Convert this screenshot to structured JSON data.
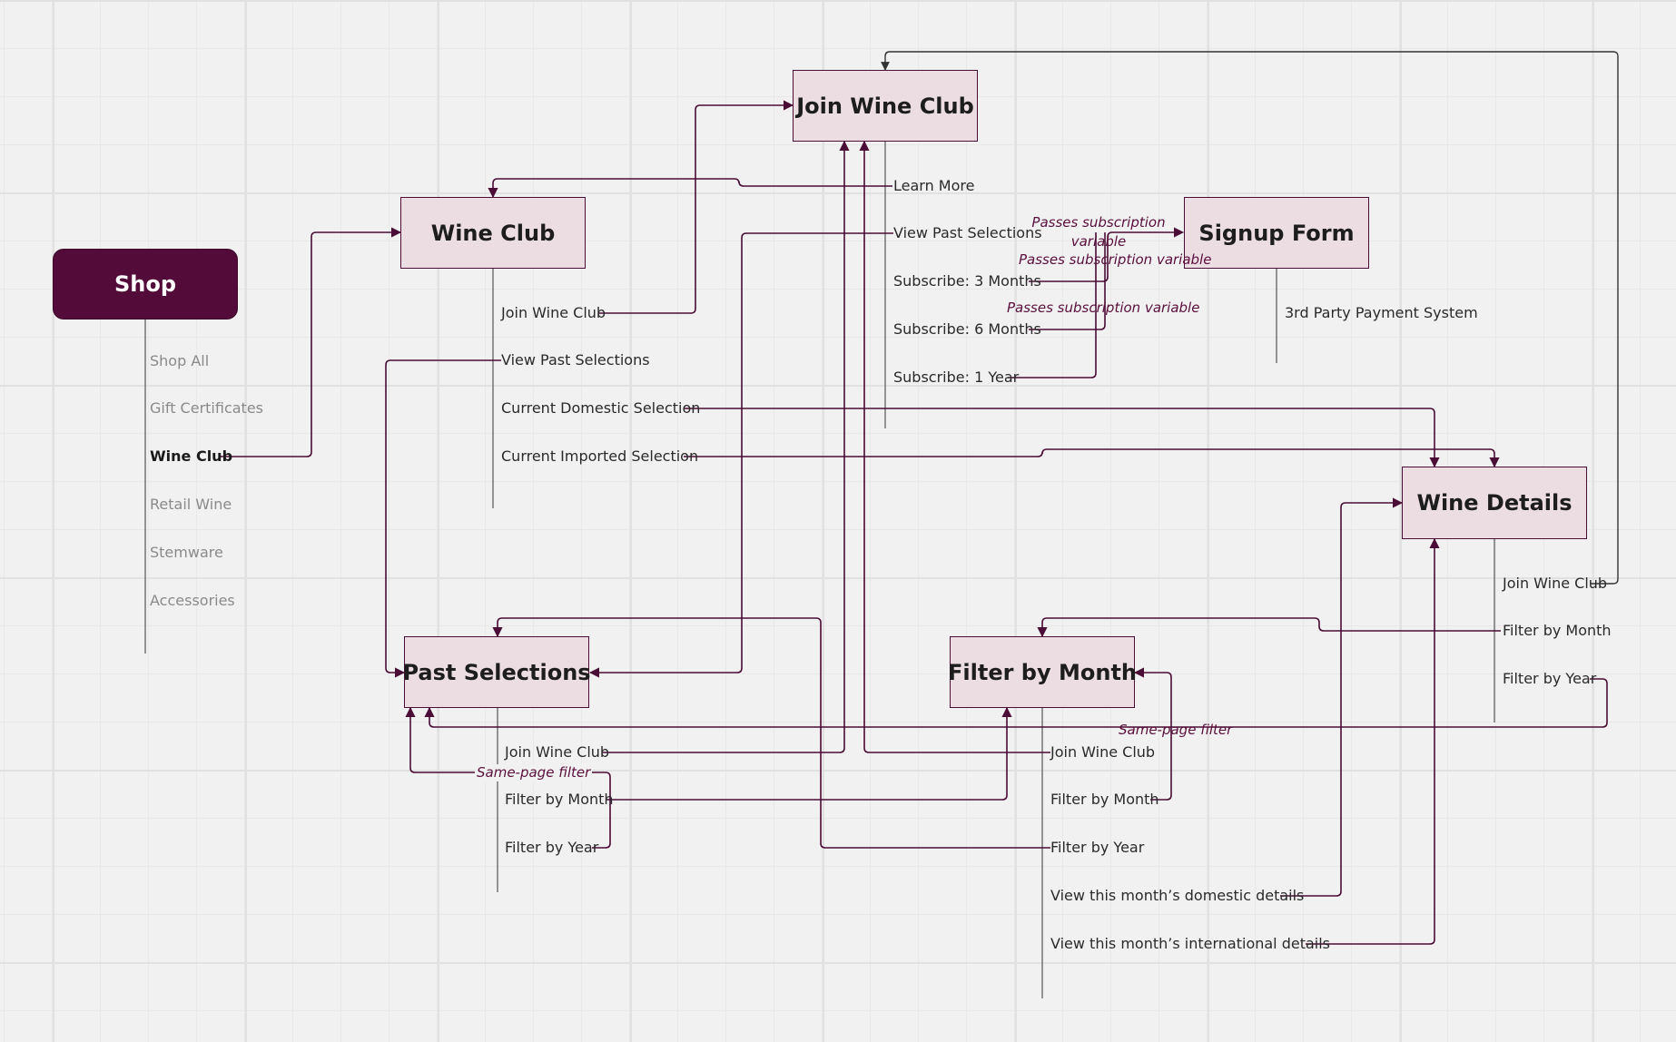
{
  "nodes": {
    "shop": "Shop",
    "join_wine_club": "Join Wine Club",
    "wine_club": "Wine Club",
    "signup_form": "Signup Form",
    "wine_details": "Wine Details",
    "past_selections": "Past Selections",
    "filter_by_month": "Filter by Month"
  },
  "shop_items": [
    "Shop All",
    "Gift Certificates",
    "Wine Club",
    "Retail Wine",
    "Stemware",
    "Accessories"
  ],
  "wine_club_items": [
    "Join Wine Club",
    "View Past Selections",
    "Current Domestic Selection",
    "Current Imported Selection"
  ],
  "join_wine_club_items": [
    "Learn More",
    "View Past Selections",
    "Subscribe: 3 Months",
    "Subscribe: 6 Months",
    "Subscribe: 1 Year"
  ],
  "signup_form_items": [
    "3rd Party Payment System"
  ],
  "wine_details_items": [
    "Join Wine Club",
    "Filter by Month",
    "Filter by Year"
  ],
  "past_selections_items": [
    "Join Wine Club",
    "Filter by Month",
    "Filter by Year"
  ],
  "filter_by_month_items": [
    "Join Wine Club",
    "Filter by Month",
    "Filter by Year",
    "View this month’s domestic details",
    "View this month’s international details"
  ],
  "annotations": {
    "passes_var_1": "Passes subscription\nvariable",
    "passes_var_2": "Passes subscription variable",
    "passes_var_3": "Passes subscription variable",
    "same_page_1": "Same-page filter",
    "same_page_2": "Same-page filter"
  },
  "colors": {
    "accent": "#530c3a",
    "node_fill": "#ecdde3",
    "connector": "#4a0d35",
    "background": "#f1f1f1"
  }
}
